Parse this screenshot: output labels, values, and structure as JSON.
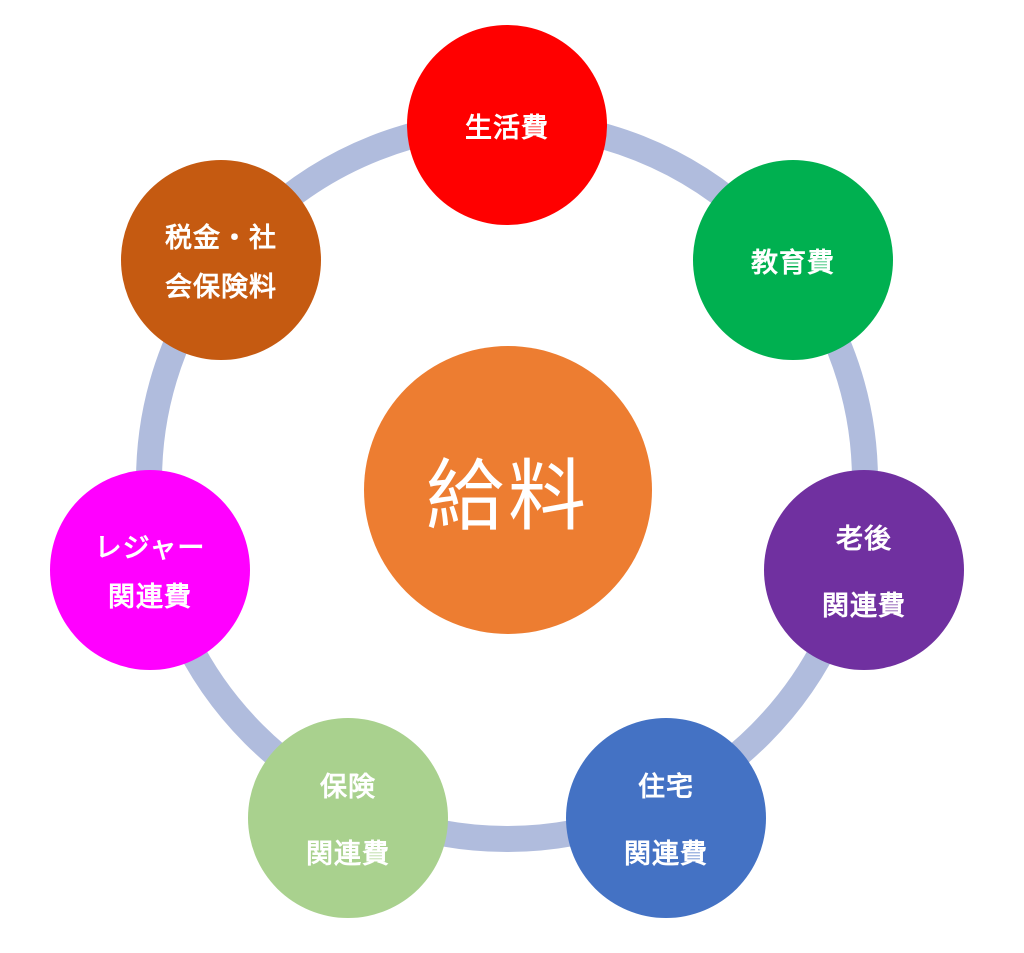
{
  "diagram": {
    "ring_color": "#b0bcdd",
    "center": {
      "label": "給料",
      "color": "#ed7d31"
    },
    "nodes": [
      {
        "id": "living",
        "lines": [
          "生活費"
        ],
        "color": "#ff0000"
      },
      {
        "id": "education",
        "lines": [
          "教育費"
        ],
        "color": "#00b050"
      },
      {
        "id": "retirement",
        "lines": [
          "老後",
          "関連費"
        ],
        "color": "#7030a0"
      },
      {
        "id": "housing",
        "lines": [
          "住宅",
          "関連費"
        ],
        "color": "#4472c4"
      },
      {
        "id": "insurance",
        "lines": [
          "保険",
          "関連費"
        ],
        "color": "#a9d18e"
      },
      {
        "id": "leisure",
        "lines": [
          "レジャー",
          "関連費"
        ],
        "color": "#ff00ff"
      },
      {
        "id": "tax",
        "lines": [
          "税金・社",
          "会保険料"
        ],
        "color": "#c55a11"
      }
    ]
  }
}
